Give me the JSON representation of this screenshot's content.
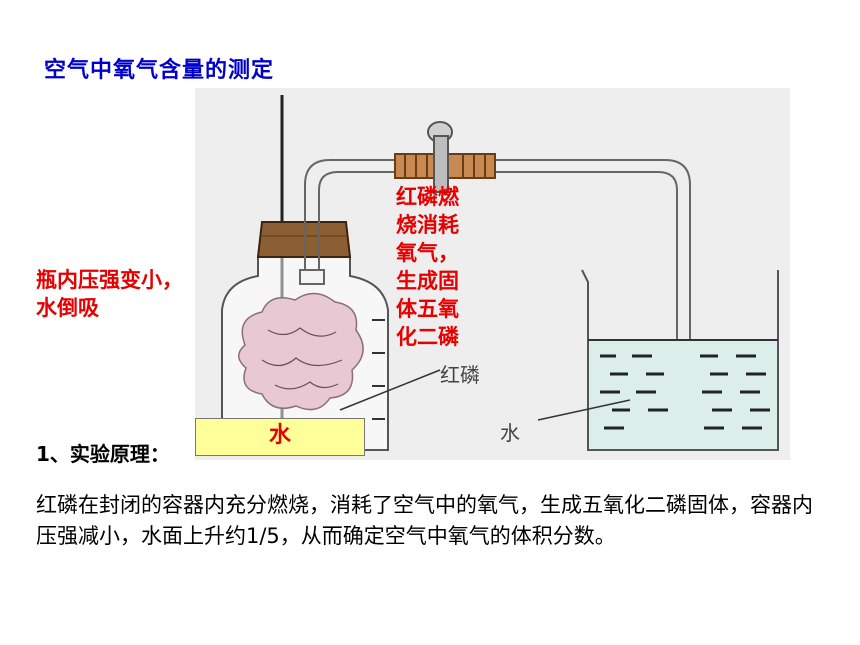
{
  "title": "空气中氧气含量的测定",
  "annotations": {
    "left_note_lines": [
      "瓶内压强变小，",
      "水倒吸"
    ],
    "mid_note_lines": [
      "红磷燃",
      "烧消耗",
      "氧气，",
      "生成固",
      "体五氧",
      "化二磷"
    ],
    "water_box": "水"
  },
  "figure_labels": {
    "red_phosphorus": "红磷",
    "water": "水"
  },
  "principle": {
    "heading": "1、实验原理：",
    "text": "红磷在封闭的容器内充分燃烧，消耗了空气中的氧气，生成五氧化二磷固体，容器内压强减小，水面上升约1/5，从而确定空气中氧气的体积分数。"
  }
}
